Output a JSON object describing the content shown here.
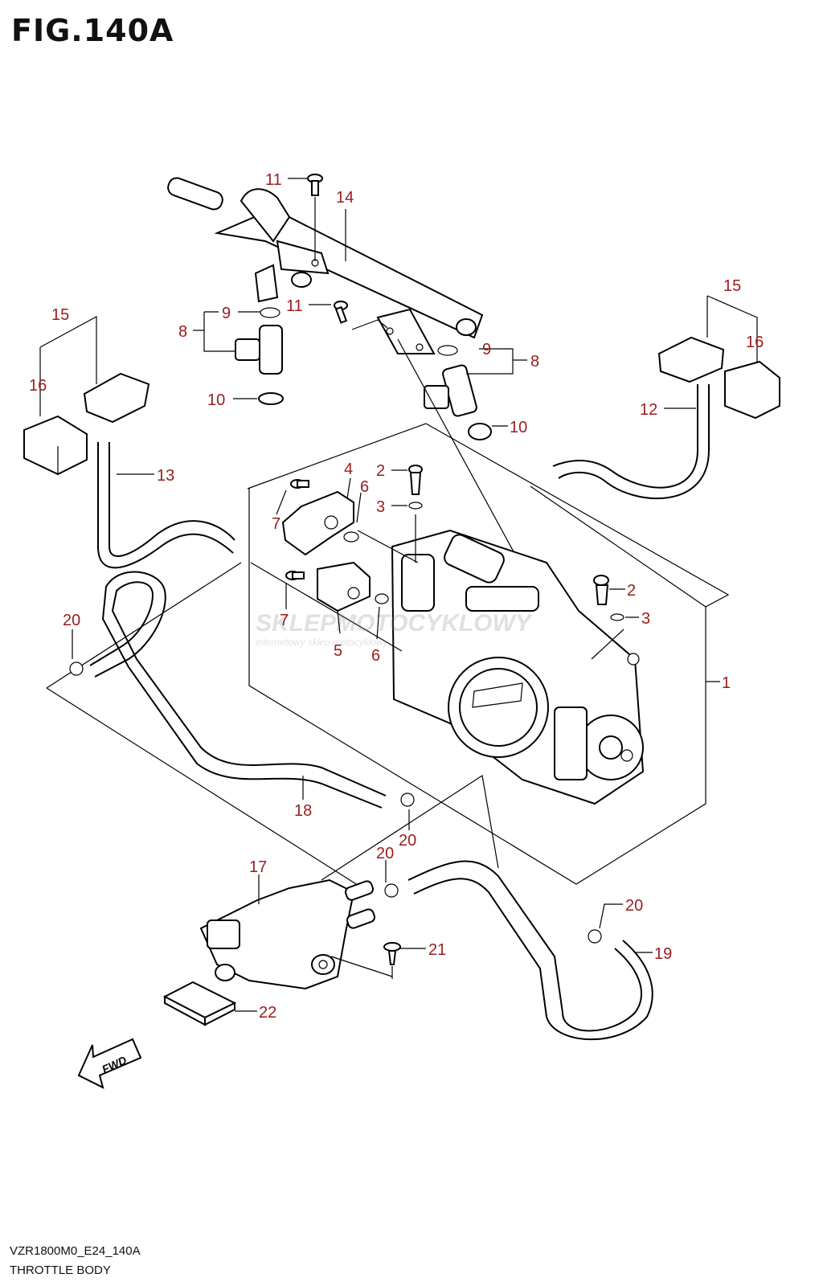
{
  "figure": {
    "title": "FIG.140A",
    "code": "VZR1800M0_E24_140A",
    "name": "THROTTLE BODY"
  },
  "watermark": {
    "brand": "SKLEPMOTOCYKLOWY",
    "tagline": "internetowy sklep motocyklowy"
  },
  "fwd_label": "FWD",
  "callouts": [
    "1",
    "2",
    "2",
    "3",
    "3",
    "4",
    "5",
    "6",
    "6",
    "7",
    "7",
    "8",
    "8",
    "9",
    "9",
    "10",
    "10",
    "11",
    "11",
    "12",
    "13",
    "14",
    "15",
    "15",
    "16",
    "16",
    "17",
    "18",
    "19",
    "20",
    "20",
    "20",
    "20",
    "21",
    "22"
  ],
  "colors": {
    "callout": "#9b1c1c",
    "line": "#000000"
  }
}
